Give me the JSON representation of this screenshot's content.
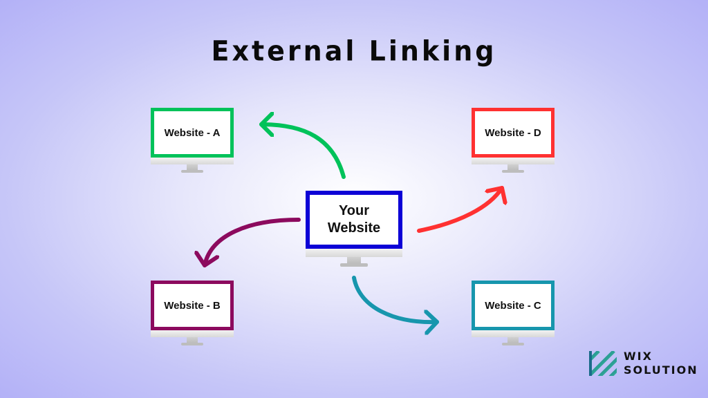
{
  "title": "External Linking",
  "center": {
    "label": "Your Website",
    "color": "#0d00d6"
  },
  "targets": [
    {
      "id": "a",
      "label": "Website - A",
      "color": "#00c25a"
    },
    {
      "id": "b",
      "label": "Website - B",
      "color": "#8c0a5e"
    },
    {
      "id": "c",
      "label": "Website - C",
      "color": "#1796ad"
    },
    {
      "id": "d",
      "label": "Website - D",
      "color": "#ff3131"
    }
  ],
  "logo": {
    "line1": "WIX",
    "line2": "SOLUTION",
    "colors": [
      "#1a6b8a",
      "#3fd6a0"
    ]
  }
}
